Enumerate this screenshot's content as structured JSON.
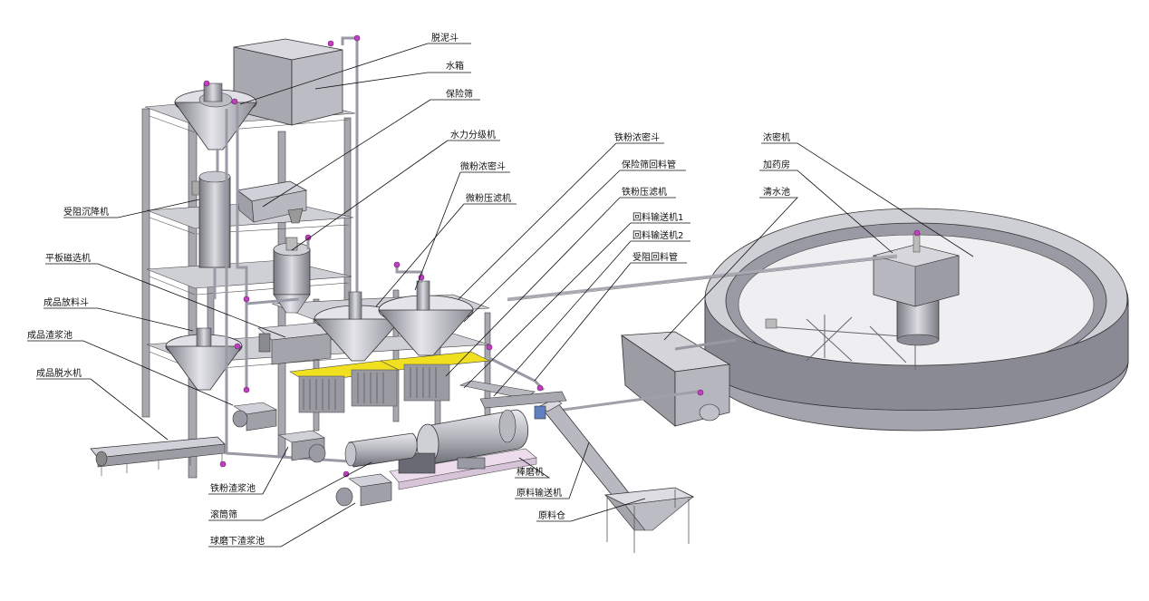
{
  "labels": {
    "tuo_ni_dou": "脱泥斗",
    "shui_xiang": "水箱",
    "bao_xian_shai": "保险筛",
    "shui_li_fen_ji_ji": "水力分级机",
    "wei_fen_nong_mi_dou": "微粉浓密斗",
    "wei_fen_ya_lv_ji": "微粉压滤机",
    "shou_zu_chen_jiang_ji": "受阻沉降机",
    "ping_ban_ci_xuan_ji": "平板磁选机",
    "cheng_pin_fang_liao_dou": "成品放料斗",
    "cheng_pin_zha_jiang_chi": "成品渣浆池",
    "cheng_pin_tuo_shui_ji": "成品脱水机",
    "tie_fen_nong_mi_dou": "铁粉浓密斗",
    "bao_xian_shai_hui_liao_guan": "保险筛回料管",
    "tie_fen_ya_lv_ji": "铁粉压滤机",
    "hui_liao_shu_song_ji_1": "回料输送机1",
    "hui_liao_shu_song_ji_2": "回料输送机2",
    "shou_zu_hui_liao_guan": "受阻回料管",
    "nong_mi_ji": "浓密机",
    "jia_yao_fang": "加药房",
    "qing_shui_chi": "清水池",
    "tie_fen_zha_jiang_chi": "铁粉渣浆池",
    "gun_tong_shai": "滚筒筛",
    "qiu_mo_xia_zha_jiang_chi": "球磨下渣浆池",
    "bang_mo_ji": "棒磨机",
    "yuan_liao_shu_song_ji": "原料输送机",
    "yuan_liao_cang": "原料仓"
  },
  "colors": {
    "line": "#111111",
    "steel_light": "#d8d8dc",
    "steel_mid": "#b0b0b8",
    "steel_dark": "#7c7c86",
    "pipe_joint": "#c040c0",
    "pad": "#e8d8e8",
    "magnet_yellow": "#f0e020"
  }
}
